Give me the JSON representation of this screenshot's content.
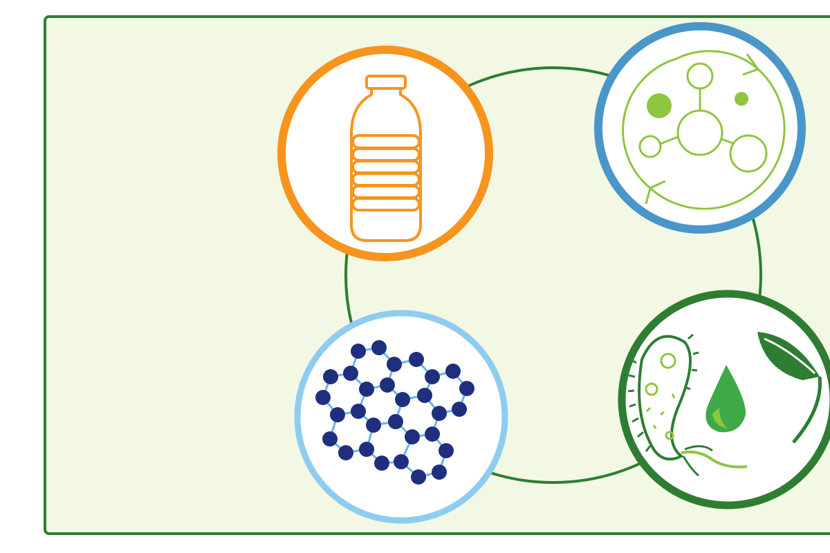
{
  "diagram": {
    "colors": {
      "panel_fill": "#f2f8e3",
      "panel_border": "#2e7d32",
      "cycle_ring": "#2e7d32",
      "bottle_ring": "#f7941d",
      "molecule_ring": "#4a96c9",
      "polymer_ring": "#8ecdf0",
      "bio_ring": "#2e7d32",
      "bottle_icon": "#f7941d",
      "molecule_icon": "#8dc63f",
      "polymer_nodes": "#1f2f7e",
      "polymer_bonds": "#6ab4e5",
      "bio_icon": "#2e7d32",
      "bio_light": "#8dc63f",
      "droplet": "#3daa47"
    },
    "nodes": [
      {
        "name": "plastic-bottle",
        "icon": "bottle-icon"
      },
      {
        "name": "molecular-recycling",
        "icon": "molecule-cycle-icon"
      },
      {
        "name": "bio-conversion",
        "icon": "bacteria-droplet-leaf-icon"
      },
      {
        "name": "polymer-network",
        "icon": "polymer-network-icon"
      }
    ]
  }
}
